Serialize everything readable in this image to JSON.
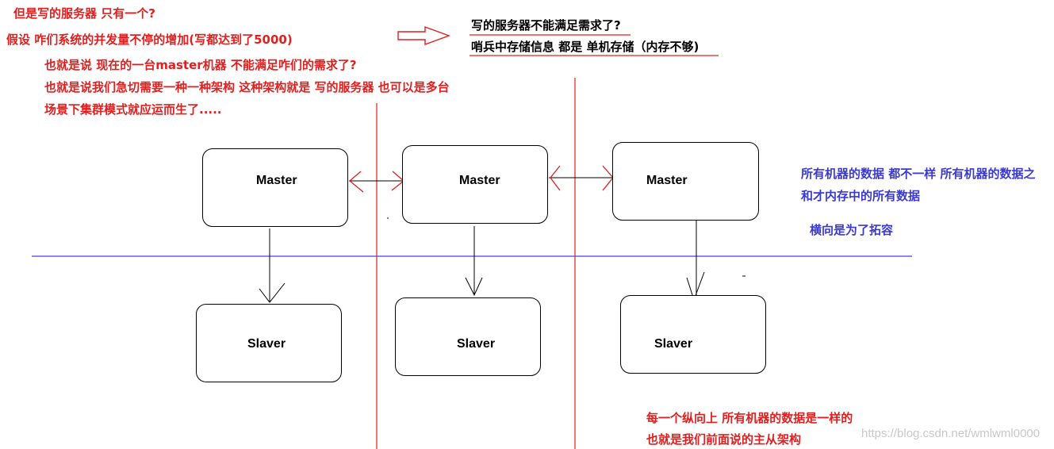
{
  "notes_left": {
    "line1": "但是写的服务器  只有一个?",
    "line2": "假设  咋们系统的并发量不停的增加(写都达到了5000)",
    "line3": "也就是说  现在的一台master机器  不能满足咋们的需求了?",
    "line4": "也就是说我们急切需要一种一种架构  这种架构就是 写的服务器 也可以是多台",
    "line5": "场景下集群模式就应运而生了....."
  },
  "notes_top_right": {
    "line1": "写的服务器不能满足需求了?",
    "line2": "哨兵中存储信息  都是 单机存储（内存不够)"
  },
  "notes_right": {
    "line1": "所有机器的数据 都不一样  所有机器的数据之",
    "line2": "和才内存中的所有数据",
    "line3": "横向是为了拓容"
  },
  "notes_bottom": {
    "line1": "每一个纵向上 所有机器的数据是一样的",
    "line2": "也就是我们前面说的主从架构"
  },
  "nodes": {
    "master1": "Master",
    "master2": "Master",
    "master3": "Master",
    "slaver1": "Slaver",
    "slaver2": "Slaver",
    "slaver3": "Slaver"
  },
  "watermark": "https://blog.csdn.net/wmlwml0000",
  "colors": {
    "red": "#e02020",
    "blue": "#3a3ad0",
    "black": "#000000"
  }
}
